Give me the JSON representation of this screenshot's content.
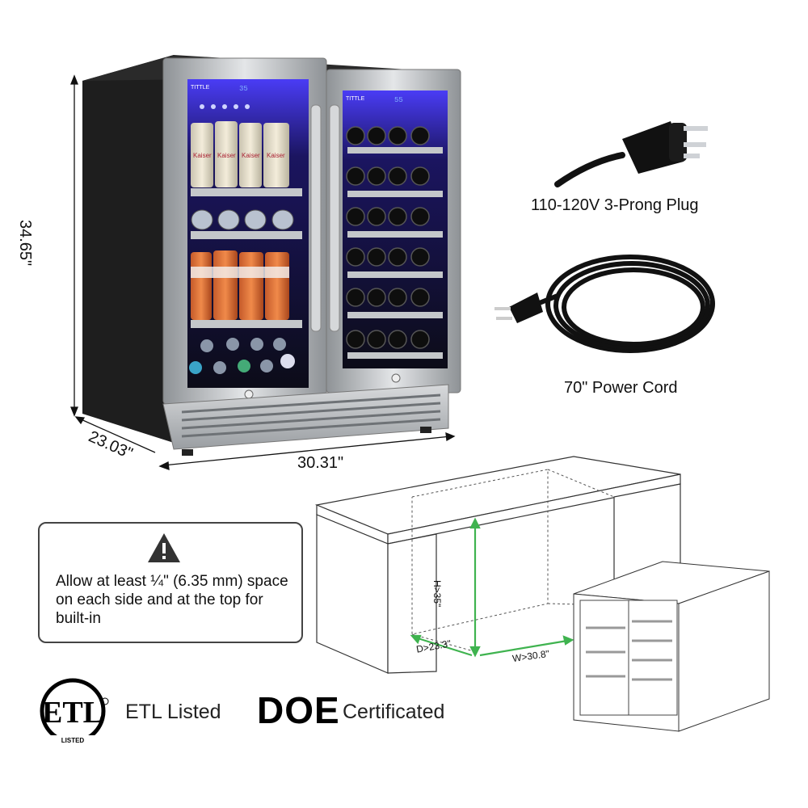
{
  "product": {
    "brand_label_left": "TITTLE",
    "brand_label_right": "TITTLE",
    "display_left": "35",
    "display_right": "55",
    "can_labels": [
      "Kaiser",
      "Kaiser",
      "Kaiser",
      "Kaiser"
    ]
  },
  "dimensions": {
    "height": "34.65\"",
    "depth": "23.03\"",
    "width": "30.31\""
  },
  "accessories": {
    "plug_caption": "110-120V 3-Prong Plug",
    "cord_caption": "70\" Power Cord"
  },
  "install_diagram": {
    "h_label": "H>35\"",
    "d_label": "D>23.3\"",
    "w_label": "W>30.8\""
  },
  "note": {
    "icon": "warning-icon",
    "text": "Allow at least ¼\" (6.35 mm) space on each side and at the top for built-in"
  },
  "certifications": {
    "etl_logo_text": "ETL",
    "etl_listed_small": "LISTED",
    "etl_label": "ETL Listed",
    "doe_logo": "DOE",
    "doe_label": "Certificated"
  },
  "colors": {
    "cabinet": "#1c1c1c",
    "steel": "#b8bcc0",
    "interior_glow": "#3b3df0"
  }
}
